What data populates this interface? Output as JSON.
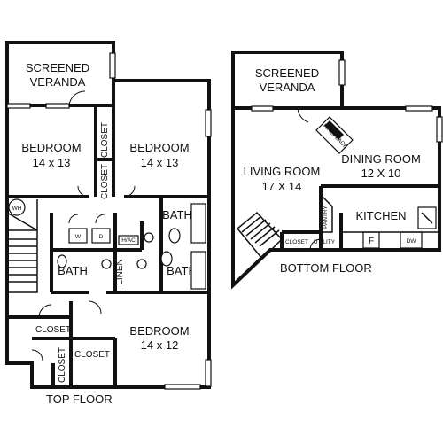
{
  "top_floor": {
    "title": "TOP FLOOR",
    "screened_veranda_1": "SCREENED",
    "screened_veranda_2": "VERANDA",
    "bedroom_left_name": "BEDROOM",
    "bedroom_left_size": "14 x 13",
    "bedroom_right_name": "BEDROOM",
    "bedroom_right_size": "14 x 13",
    "bedroom_bottom_name": "BEDROOM",
    "bedroom_bottom_size": "14 x 12",
    "closet_vertical_upper": "CLOSET",
    "closet_vertical_lower": "CLOSET",
    "closet_small": "CLOSET",
    "closet_mid": "CLOSET",
    "closet_bottom_vertical": "CLOSET",
    "bath_upper": "BATH",
    "bath_lower_left": "BATH",
    "bath_lower_right": "BATH",
    "linen": "LINEN",
    "water_heater": "WH",
    "washer": "W",
    "dryer": "D",
    "hvac": "H/AC"
  },
  "bottom_floor": {
    "title": "BOTTOM FLOOR",
    "screened_veranda_1": "SCREENED",
    "screened_veranda_2": "VERANDA",
    "living_room_name": "LIVING ROOM",
    "living_room_size": "17 X 14",
    "dining_room_name": "DINING ROOM",
    "dining_room_size": "12 X 10",
    "kitchen": "KITCHEN",
    "fireplace": "FIREPLACE",
    "pantry": "PANTRY",
    "closet": "CLOSET",
    "utility": "UTILITY",
    "fridge": "F",
    "dishwasher": "DW"
  }
}
